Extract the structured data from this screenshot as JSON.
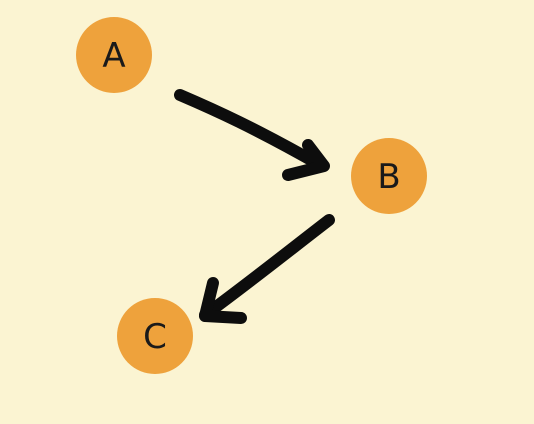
{
  "colors": {
    "background": "#fbf4d2",
    "node_fill": "#eea23c",
    "edge_stroke": "#0d0d0d",
    "label": "#1a1a1a"
  },
  "nodes": [
    {
      "id": "A",
      "label": "A"
    },
    {
      "id": "B",
      "label": "B"
    },
    {
      "id": "C",
      "label": "C"
    }
  ],
  "edges": [
    {
      "from": "A",
      "to": "B"
    },
    {
      "from": "B",
      "to": "C"
    }
  ]
}
